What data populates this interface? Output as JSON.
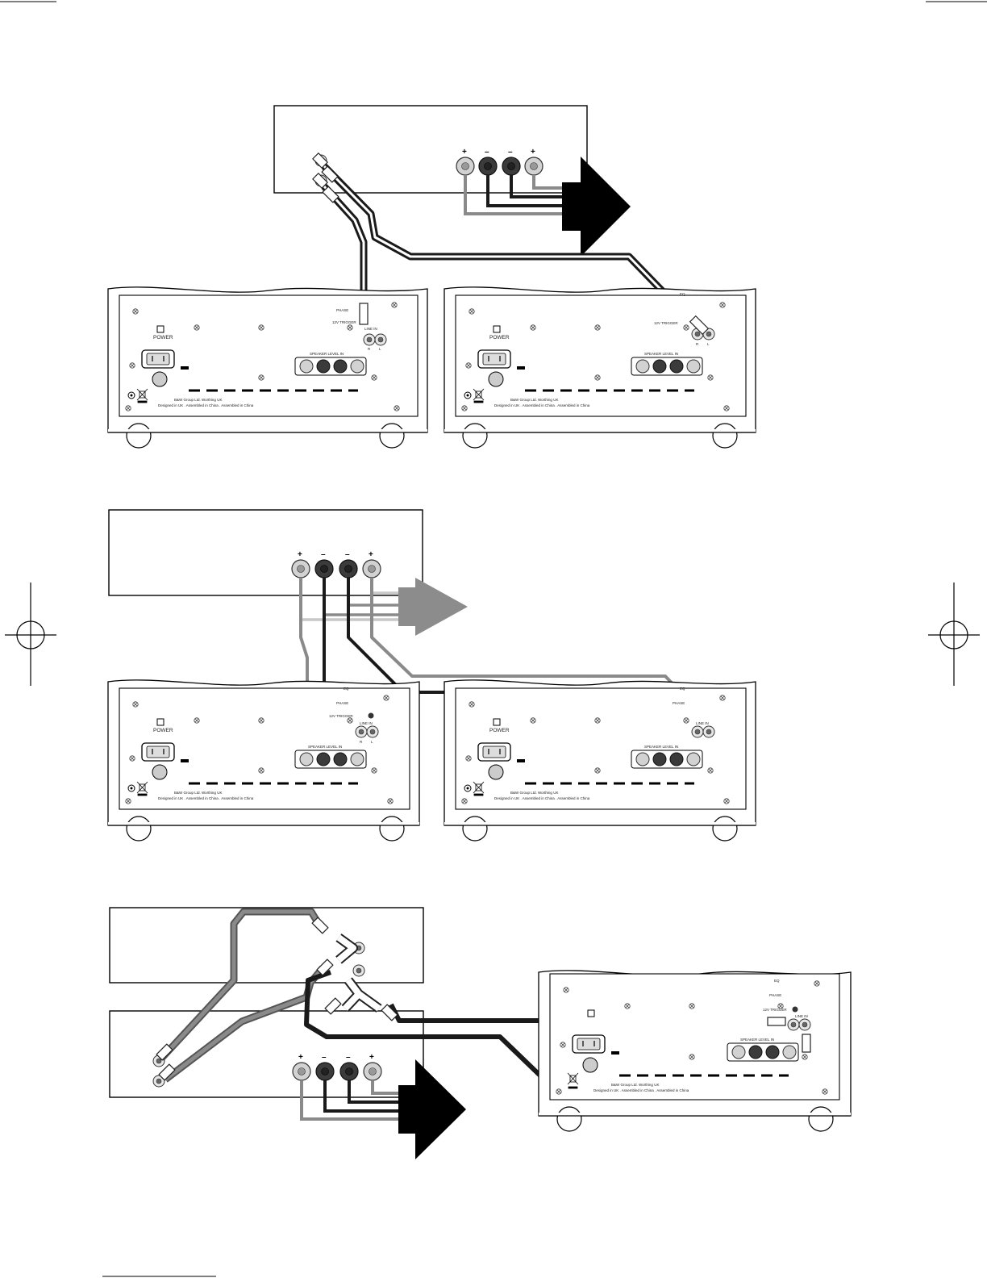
{
  "colors": {
    "black_cable": "#1a1a1a",
    "grey_cable": "#8a8a8a",
    "light_cable": "#c8c8c8",
    "terminal_light": "#cfcfcf",
    "terminal_dark": "#3a3a3a",
    "arrow_black": "#000000",
    "arrow_grey": "#8c8c8c"
  },
  "terminal_signs": {
    "plus": "+",
    "minus": "–"
  },
  "sub_panel": {
    "power": "POWER",
    "phase": "PHASE",
    "trigger": "12V TRIGGER",
    "eq": "EQ",
    "line_in": "LINE IN",
    "speaker_level_in": "SPEAKER LEVEL IN",
    "r": "R",
    "l": "L",
    "maker": "B&W Group Ltd. Worthing UK",
    "made": "Designed in UK . Assembled in China . Assembled in China"
  },
  "icons": {
    "power_switch": "power-switch-icon",
    "mains": "iec-mains-socket-icon",
    "fuse": "fuse-icon",
    "ground": "ground-screw-icon",
    "weee": "crossed-bin-icon",
    "screw": "screw-icon",
    "foot": "foot-icon",
    "registration": "registration-mark-icon",
    "arrow": "speaker-output-arrow-icon"
  }
}
